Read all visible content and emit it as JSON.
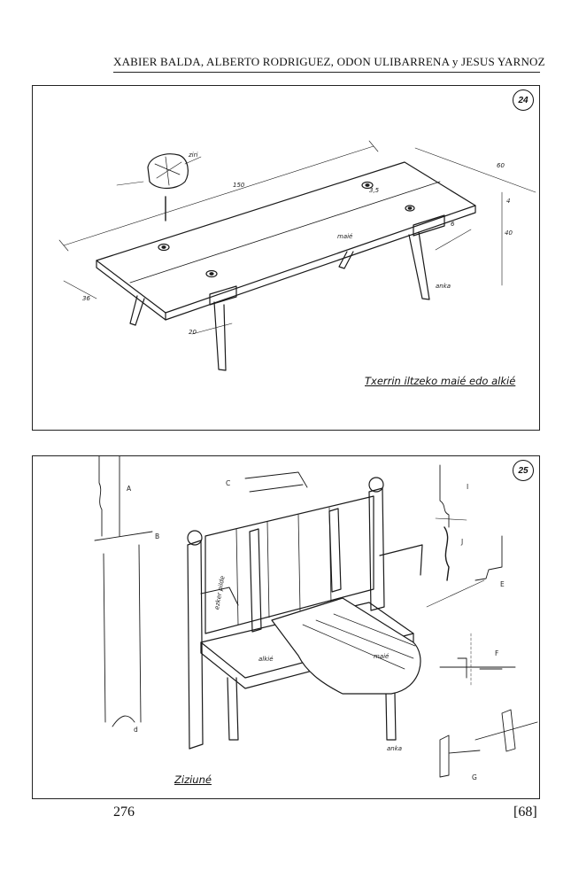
{
  "header": {
    "authors": "XABIER BALDA, ALBERTO RODRIGUEZ, ODON ULIBARRENA y JESUS YARNOZ"
  },
  "figure24": {
    "number": "24",
    "caption": "Txerrin iltzeko maié edo alkié",
    "labels": {
      "ziri": "ziri",
      "length": "150",
      "width": "60",
      "depth": "36",
      "maie": "maié",
      "anka": "anka",
      "height": "40",
      "leg": "20",
      "thick": "4",
      "top": "6",
      "hole": "3,5"
    }
  },
  "figure25": {
    "number": "25",
    "caption": "Ziziuné",
    "labels": {
      "ezkerpilde": "ezker pilde",
      "alkie": "alkié",
      "maie": "maié",
      "anka": "anka"
    },
    "details": [
      "A",
      "B",
      "C",
      "d",
      "I",
      "J",
      "E",
      "F",
      "G"
    ]
  },
  "footer": {
    "page": "276",
    "ref": "[68]"
  }
}
